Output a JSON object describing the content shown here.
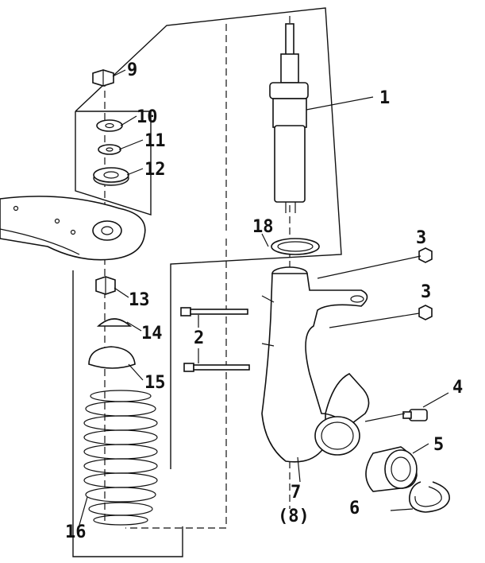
{
  "diagram": {
    "callouts": {
      "c1": "1",
      "c2": "2",
      "c3a": "3",
      "c3b": "3",
      "c4": "4",
      "c5": "5",
      "c6": "6",
      "c7": "7",
      "c8": "(8)",
      "c9": "9",
      "c10": "10",
      "c11": "11",
      "c12": "12",
      "c13": "13",
      "c14": "14",
      "c15": "15",
      "c16": "16",
      "c18": "18"
    }
  }
}
